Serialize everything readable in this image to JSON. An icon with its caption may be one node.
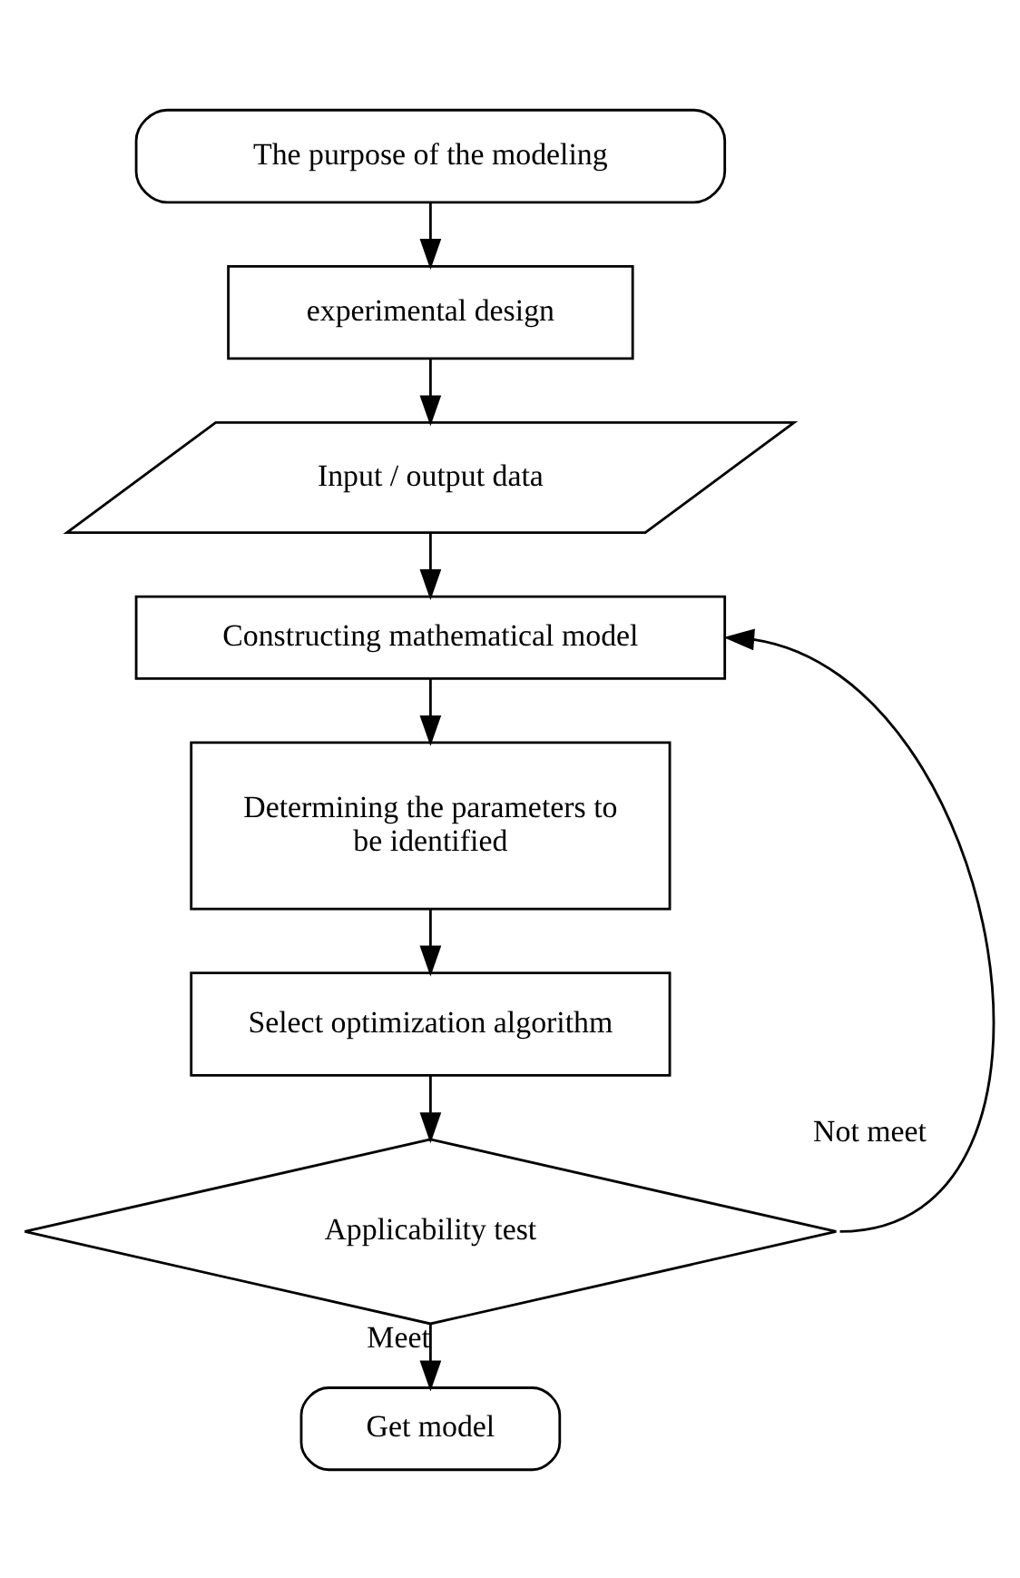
{
  "diagram": {
    "nodes": [
      {
        "text": [
          "The purpose of the modeling"
        ]
      },
      {
        "text": [
          "experimental design"
        ]
      },
      {
        "text": [
          "Input / output data"
        ]
      },
      {
        "text": [
          "Constructing mathematical model"
        ]
      },
      {
        "text": [
          "Determining the parameters to be identified"
        ]
      },
      {
        "text": [
          "Select optimization algorithm"
        ]
      },
      {
        "text": [
          "Applicability test"
        ]
      },
      {
        "text": [
          "Get model"
        ]
      }
    ],
    "edges": [
      {
        "from": 0,
        "to": 1,
        "arrow": "to"
      },
      {
        "from": 1,
        "to": 2,
        "arrow": "to"
      },
      {
        "from": 2,
        "to": 3,
        "arrow": "to"
      },
      {
        "from": 3,
        "to": 4,
        "arrow": "to"
      },
      {
        "from": 4,
        "to": 5,
        "arrow": "to"
      },
      {
        "from": 5,
        "to": 6,
        "arrow": "to"
      },
      {
        "from": 6,
        "to": 3,
        "arrow": "to",
        "label": "Not meet"
      },
      {
        "from": 6,
        "to": 7,
        "arrow": "to",
        "label": "Meet"
      }
    ]
  }
}
